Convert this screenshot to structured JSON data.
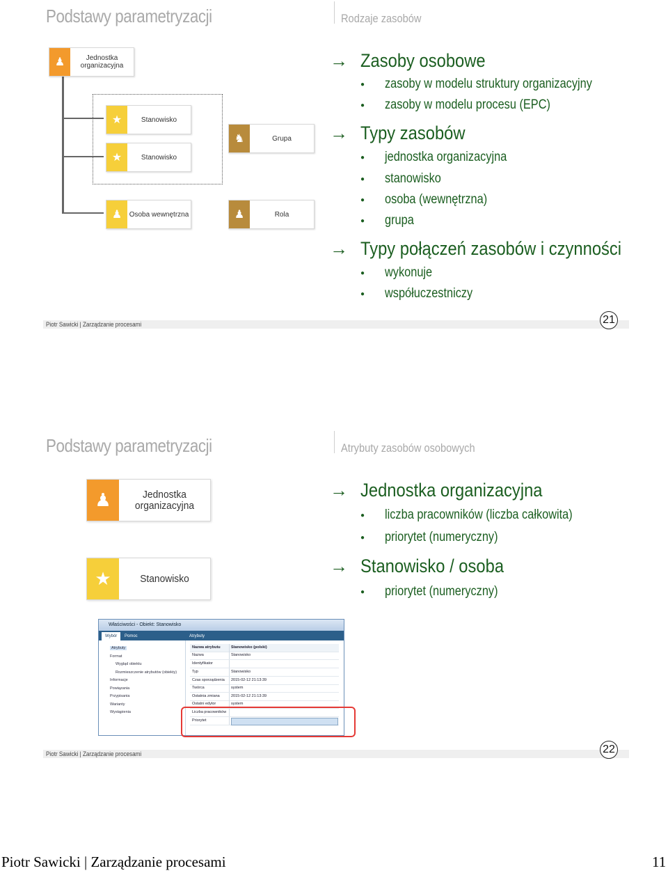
{
  "slide1": {
    "title_left": "Podstawy parametryzacji",
    "title_right": "Rodzaje zasobów",
    "diagram": {
      "jednostka": "Jednostka organizacyjna",
      "stanowisko1": "Stanowisko",
      "stanowisko2": "Stanowisko",
      "osoba": "Osoba wewnętrzna",
      "grupa": "Grupa",
      "rola": "Rola"
    },
    "sections": [
      {
        "heading": "Zasoby osobowe",
        "items": [
          "zasoby w modelu struktury organizacyjny",
          "zasoby w modelu procesu (EPC)"
        ]
      },
      {
        "heading": "Typy zasobów",
        "items": [
          "jednostka organizacyjna",
          "stanowisko",
          "osoba (wewnętrzna)",
          "grupa"
        ]
      },
      {
        "heading": "Typy połączeń zasobów i czynności",
        "items": [
          "wykonuje",
          "współuczestniczy"
        ]
      }
    ],
    "footer": "Piotr Sawicki | Zarządzanie procesami",
    "page_number": "21"
  },
  "slide2": {
    "title_left": "Podstawy parametryzacji",
    "title_right": "Atrybuty zasobów osobowych",
    "boxes": {
      "jednostka": "Jednostka organizacyjna",
      "stanowisko": "Stanowisko"
    },
    "sections": [
      {
        "heading": "Jednostka organizacyjna",
        "items": [
          "liczba pracowników (liczba całkowita)",
          "priorytet (numeryczny)"
        ]
      },
      {
        "heading": "Stanowisko / osoba",
        "items": [
          "priorytet (numeryczny)"
        ]
      }
    ],
    "dialog": {
      "title": "Właściwości - Obiekt: Stanowisko",
      "tabs": [
        "Wybór",
        "Pomoc"
      ],
      "tab_right": "Atrybuty",
      "tree": [
        "Atrybuty",
        "Format",
        "Wygląd obiektu",
        "Rozmieszczenie atrybutów (obiekty)",
        "Informacje",
        "Powiązania",
        "Przypisania",
        "Warianty",
        "Wystąpienia"
      ],
      "grid_header": [
        "Nazwa atrybutu",
        "Stanowisko (polski)"
      ],
      "rows": [
        [
          "Nazwa",
          "Stanowisko"
        ],
        [
          "Identyfikator",
          ""
        ],
        [
          "Typ",
          "Stanowisko"
        ],
        [
          "Czas sporządzenia",
          "2015-02-12 21:13:39"
        ],
        [
          "Twórca",
          "system"
        ],
        [
          "Ostatnia zmiana",
          "2015-02-12 21:13:39"
        ],
        [
          "Ostatni edytor",
          "system"
        ],
        [
          "Liczba pracowników",
          ""
        ],
        [
          "Priorytet",
          ""
        ]
      ]
    },
    "footer": "Piotr Sawicki | Zarządzanie procesami",
    "page_number": "22"
  },
  "page_footer": {
    "text": "Piotr Sawicki | Zarządzanie procesami",
    "number": "11"
  },
  "colors": {
    "accent_green": "#1b5e20",
    "orange": "#f39a2c",
    "yellow": "#f6cf3a",
    "brown": "#b88b3c",
    "highlight_red": "#e53935"
  }
}
